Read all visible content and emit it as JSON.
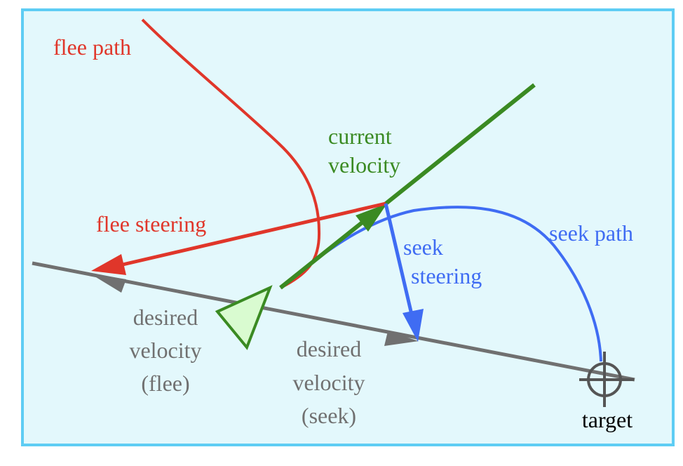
{
  "labels": {
    "flee_path": "flee path",
    "current_velocity_line1": "current",
    "current_velocity_line2": "velocity",
    "flee_steering": "flee steering",
    "seek_path": "seek path",
    "seek_steering_line1": "seek",
    "seek_steering_line2": "steering",
    "desired_flee_line1": "desired",
    "desired_flee_line2": "velocity",
    "desired_flee_line3": "(flee)",
    "desired_seek_line1": "desired",
    "desired_seek_line2": "velocity",
    "desired_seek_line3": "(seek)",
    "target": "target"
  },
  "colors": {
    "background": "#e3f8fc",
    "border": "#5ecdf4",
    "flee": "#e0362a",
    "current_velocity": "#3a8a22",
    "seek": "#3f6cf3",
    "desired": "#707070",
    "vehicle_fill": "#d9fbd0",
    "target": "#555555",
    "target_label": "#000000"
  }
}
